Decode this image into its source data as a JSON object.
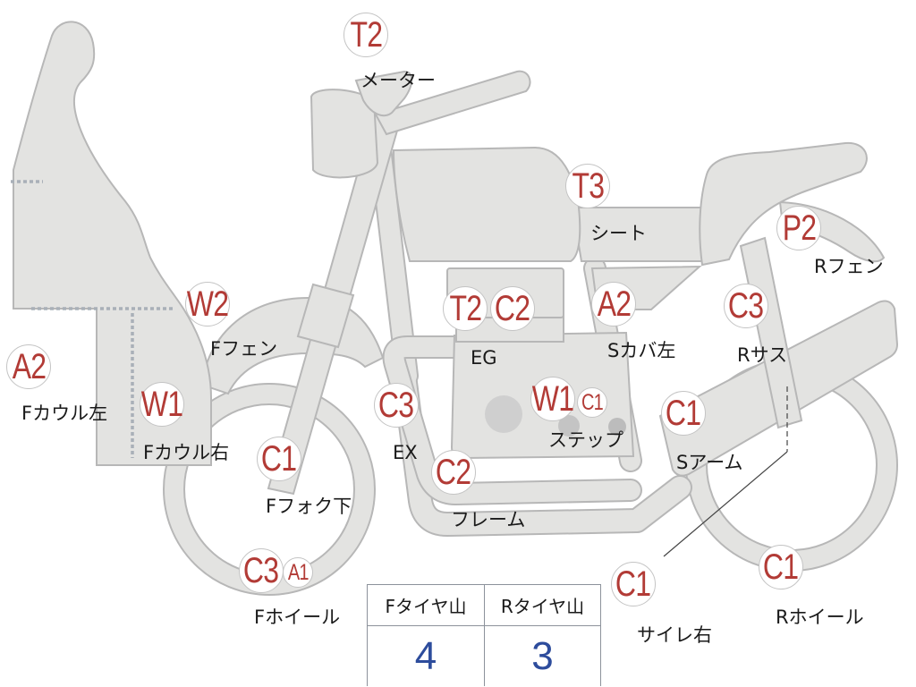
{
  "colors": {
    "code_text": "#b23b36",
    "value_text": "#2d4c9c",
    "body_fill": "#e3e3e1"
  },
  "parts": [
    {
      "codes": [
        "T2"
      ],
      "label": "メーター"
    },
    {
      "codes": [
        "T3"
      ],
      "label": "シート"
    },
    {
      "codes": [
        "P2"
      ],
      "label": "Rフェン"
    },
    {
      "codes": [
        "W2"
      ],
      "label": "Fフェン"
    },
    {
      "codes": [
        "A2"
      ],
      "label": "Fカウル左"
    },
    {
      "codes": [
        "W1"
      ],
      "label": "Fカウル右"
    },
    {
      "codes": [
        "T2",
        "C2"
      ],
      "label": "EG"
    },
    {
      "codes": [
        "A2"
      ],
      "label": "Sカバ左"
    },
    {
      "codes": [
        "C3"
      ],
      "label": "Rサス"
    },
    {
      "codes": [
        "C3"
      ],
      "label": "EX"
    },
    {
      "codes": [
        "W1",
        "C1"
      ],
      "label": "ステップ"
    },
    {
      "codes": [
        "C1"
      ],
      "label": "Sアーム"
    },
    {
      "codes": [
        "C1"
      ],
      "label": "Fフォク下"
    },
    {
      "codes": [
        "C2"
      ],
      "label": "フレーム"
    },
    {
      "codes": [
        "C3",
        "A1"
      ],
      "label": "Fホイール"
    },
    {
      "codes": [
        "C1"
      ],
      "label": "サイレ右"
    },
    {
      "codes": [
        "C1"
      ],
      "label": "Rホイール"
    }
  ],
  "tire_table": {
    "front_label": "Fタイヤ山",
    "rear_label": "Rタイヤ山",
    "front_value": "4",
    "rear_value": "3"
  }
}
